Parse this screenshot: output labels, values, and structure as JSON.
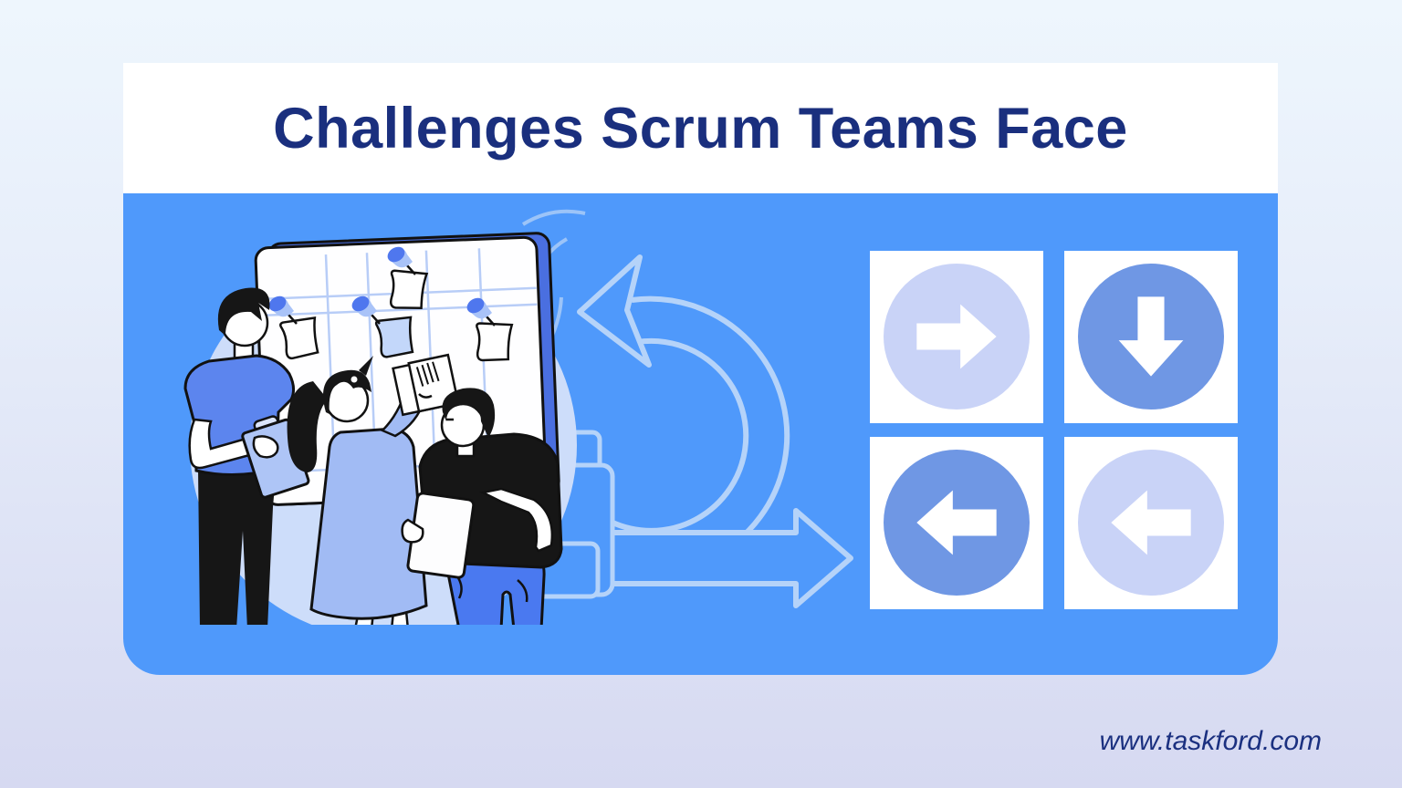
{
  "header": {
    "title": "Challenges Scrum Teams Face"
  },
  "footer": {
    "website": "www.taskford.com"
  },
  "theme": {
    "bg_gradient_top": "#eef6fd",
    "bg_gradient_bottom": "#d6d9f1",
    "card_bg": "#ffffff",
    "panel_bg": "#4f99fb",
    "title_color": "#1a2f7e",
    "footer_color": "#1b3080",
    "tile_bg": "#ffffff",
    "circle_light": "#c9d3f7",
    "circle_medium": "#6f97e4",
    "arrow_color": "#ffffff",
    "cycle_outline": "#b5d3f9",
    "illustration_blob": "#cdddfa"
  },
  "tiles": [
    {
      "icon": "arrow-right-icon",
      "direction": "right",
      "shade": "light",
      "circle_color": "#c9d3f7"
    },
    {
      "icon": "arrow-down-icon",
      "direction": "down",
      "shade": "medium",
      "circle_color": "#6f97e4"
    },
    {
      "icon": "arrow-left-icon",
      "direction": "left",
      "shade": "medium",
      "circle_color": "#6f97e4"
    },
    {
      "icon": "arrow-left-icon",
      "direction": "left",
      "shade": "light",
      "circle_color": "#c9d3f7"
    }
  ],
  "illustration": {
    "scene": "three teammates reviewing a scrum board with pinned notes",
    "objects": [
      "scrum-board",
      "push-pins",
      "sticky-notes",
      "clipboard",
      "document-pages",
      "tablet",
      "sprint-cycle-arrow",
      "backlog-cards"
    ]
  }
}
